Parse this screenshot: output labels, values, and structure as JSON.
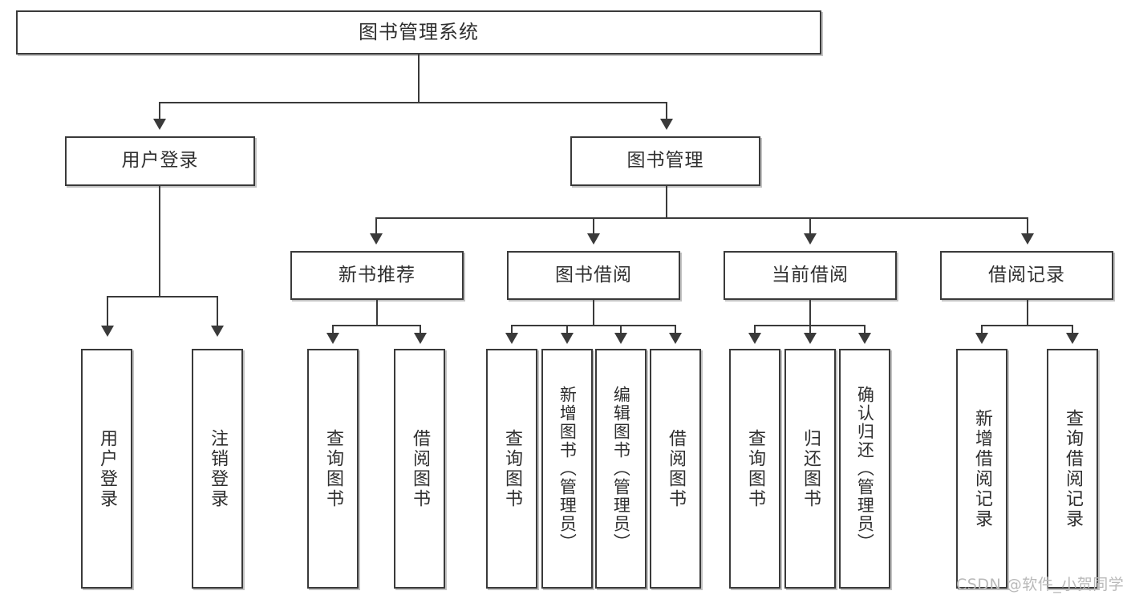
{
  "diagram": {
    "type": "tree",
    "title": "图书管理系统",
    "root": {
      "label": "图书管理系统"
    },
    "level2": [
      {
        "label": "用户登录"
      },
      {
        "label": "图书管理"
      }
    ],
    "level3": [
      {
        "label": "新书推荐"
      },
      {
        "label": "图书借阅"
      },
      {
        "label": "当前借阅"
      },
      {
        "label": "借阅记录"
      }
    ],
    "leaves": {
      "user_login": [
        {
          "label": "用户登录"
        },
        {
          "label": "注销登录"
        }
      ],
      "new_book_recommend": [
        {
          "label": "查询图书"
        },
        {
          "label": "借阅图书"
        }
      ],
      "book_borrow": [
        {
          "label": "查询图书"
        },
        {
          "label": "新增图书（管理员）"
        },
        {
          "label": "编辑图书（管理员）"
        },
        {
          "label": "借阅图书"
        }
      ],
      "current_borrow": [
        {
          "label": "查询图书"
        },
        {
          "label": "归还图书"
        },
        {
          "label": "确认归还（管理员）"
        }
      ],
      "borrow_record": [
        {
          "label": "新增借阅记录"
        },
        {
          "label": "查询借阅记录"
        }
      ]
    }
  },
  "watermark": {
    "text": "CSDN @软件_小贺同学"
  },
  "colors": {
    "border": "#3a3a3a",
    "text": "#2f2f2f",
    "background": "#ffffff",
    "watermark": "#b9b9b9"
  }
}
